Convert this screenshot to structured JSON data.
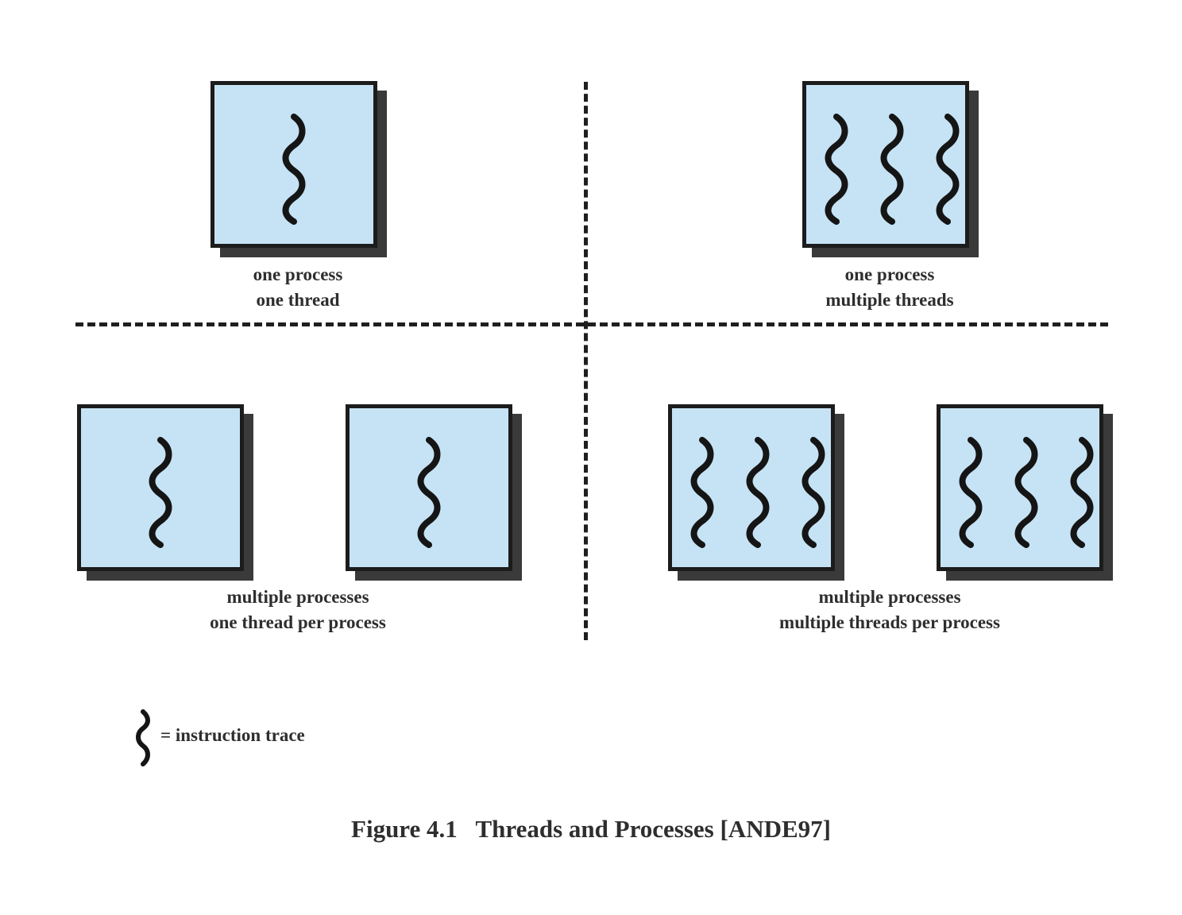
{
  "panels": {
    "top_left": {
      "line1": "one process",
      "line2": "one thread",
      "processes": 1,
      "threads_per_process": 1
    },
    "top_right": {
      "line1": "one process",
      "line2": "multiple threads",
      "processes": 1,
      "threads_per_process": 3
    },
    "bottom_left": {
      "line1": "multiple processes",
      "line2": "one thread per process",
      "processes": 2,
      "threads_per_process": 1
    },
    "bottom_right": {
      "line1": "multiple processes",
      "line2": "multiple threads per process",
      "processes": 2,
      "threads_per_process": 3
    }
  },
  "legend": {
    "icon": "instruction-trace-icon",
    "text": "= instruction trace"
  },
  "figure_caption": {
    "number": "Figure 4.1",
    "title": "Threads and Processes [ANDE97]"
  },
  "colors": {
    "process_fill": "#c6e3f5",
    "process_border": "#1c1c1c",
    "shadow": "#3a3a3a",
    "trace": "#151515"
  }
}
